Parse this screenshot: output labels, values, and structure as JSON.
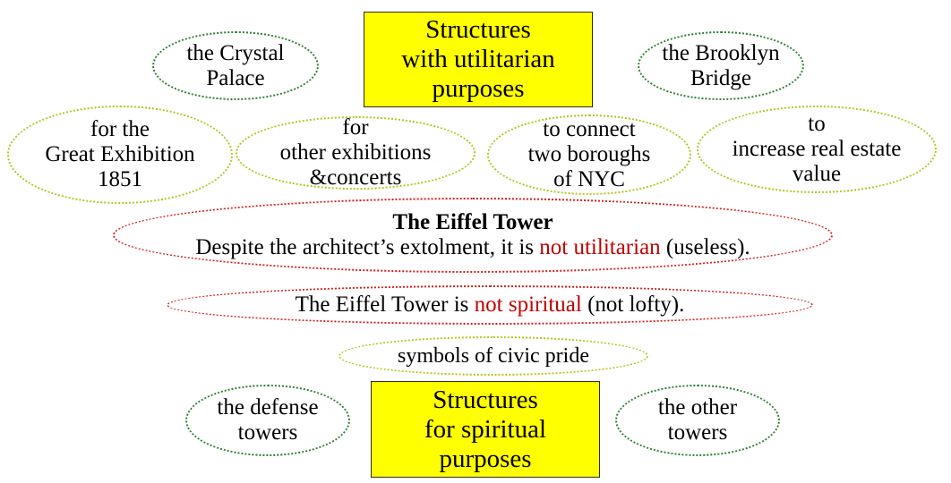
{
  "top_box": {
    "lines": [
      "Structures",
      "with utilitarian",
      "purposes"
    ]
  },
  "bottom_box": {
    "lines": [
      "Structures",
      "for spiritual",
      "purposes"
    ]
  },
  "ovals": {
    "crystal_palace": "the Crystal\nPalace",
    "brooklyn_bridge": "the Brooklyn\nBridge",
    "great_exhibition": "for the\nGreat Exhibition\n1851",
    "other_exhibitions": "for\nother exhibitions\n&concerts",
    "connect_boroughs": "to connect\ntwo boroughs\nof NYC",
    "real_estate": "to\nincrease real estate\nvalue",
    "civic_pride": "symbols of civic pride",
    "defense_towers": "the defense\ntowers",
    "other_towers": "the other\ntowers"
  },
  "eiffel_utilitarian": {
    "title": "The Eiffel Tower",
    "pre": "Despite the architect’s extolment, it is ",
    "highlight": "not utilitarian",
    "post": " (useless)."
  },
  "eiffel_spiritual": {
    "pre": "The Eiffel Tower is ",
    "highlight": "not spiritual",
    "post": " (not lofty)."
  },
  "colors": {
    "box_fill": "#ffff00",
    "oval_green": "#2e7d32",
    "oval_yellowgreen": "#b7c31e",
    "oval_red": "#d11f1f",
    "highlight_text": "#c00000"
  }
}
